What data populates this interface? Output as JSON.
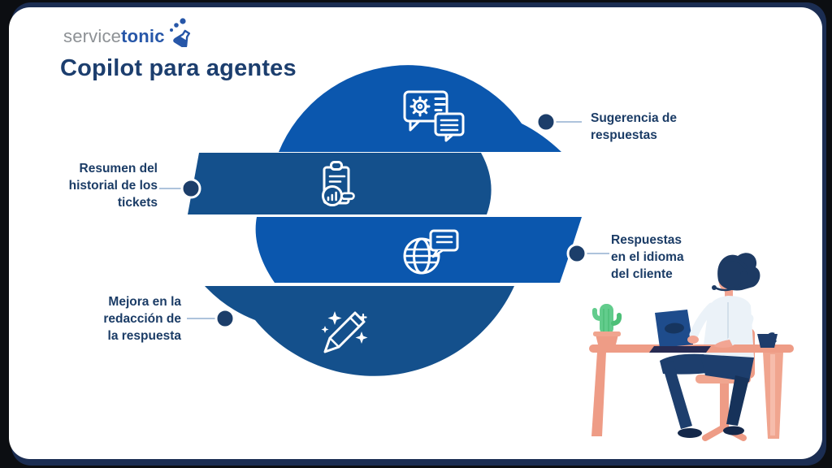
{
  "logo": {
    "word1": "service",
    "word2": "tonic",
    "flask_icon": "flask-icon"
  },
  "title": "Copilot para agentes",
  "diagram": {
    "segments": [
      {
        "id": "suggestions",
        "label": "Sugerencia de\nrespuestas",
        "icon": "chat-gear-icon",
        "side": "right",
        "color": "#0b57ae"
      },
      {
        "id": "history-summary",
        "label": "Resumen del\nhistorial de los\ntickets",
        "icon": "clipboard-search-icon",
        "side": "left",
        "color": "#14508c"
      },
      {
        "id": "client-language",
        "label": "Respuestas\nen el idioma\ndel cliente",
        "icon": "globe-chat-icon",
        "side": "right",
        "color": "#0b57ae"
      },
      {
        "id": "better-writing",
        "label": "Mejora en la\nredacción de\nla respuesta",
        "icon": "magic-pencil-icon",
        "side": "left",
        "color": "#14508c"
      }
    ],
    "colors": {
      "segment_bright": "#0b57ae",
      "segment_dark": "#14508c",
      "dot": "#1c3e6a",
      "connector_line": "#aec3dc",
      "icon_stroke": "#ffffff"
    }
  },
  "frame_colors": {
    "border": "#1b2d52",
    "card": "#ffffff",
    "outside": "#0c0e12"
  },
  "illustration_colors": {
    "salmon": "#ee9c86",
    "skin": "#f2a593",
    "navy": "#1d3a63",
    "shirt": "#ebf2f8",
    "cactus": "#62cc8c",
    "laptop": "#1e4c8c"
  }
}
